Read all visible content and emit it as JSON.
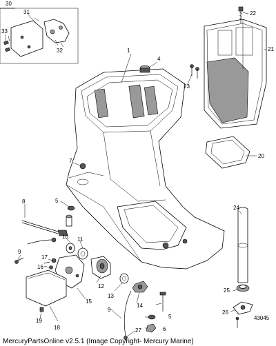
{
  "callouts": [
    {
      "id": "c1",
      "label": "1"
    },
    {
      "id": "c4",
      "label": "4"
    },
    {
      "id": "c5a",
      "label": "5"
    },
    {
      "id": "c5b",
      "label": "5"
    },
    {
      "id": "c6",
      "label": "6"
    },
    {
      "id": "c7",
      "label": "7"
    },
    {
      "id": "c8",
      "label": "8"
    },
    {
      "id": "c9a",
      "label": "9"
    },
    {
      "id": "c9b",
      "label": "9"
    },
    {
      "id": "c10",
      "label": "10"
    },
    {
      "id": "c11",
      "label": "11"
    },
    {
      "id": "c12",
      "label": "12"
    },
    {
      "id": "c13",
      "label": "13"
    },
    {
      "id": "c14",
      "label": "14"
    },
    {
      "id": "c15",
      "label": "15"
    },
    {
      "id": "c16",
      "label": "16"
    },
    {
      "id": "c17",
      "label": "17"
    },
    {
      "id": "c18",
      "label": "18"
    },
    {
      "id": "c19",
      "label": "19"
    },
    {
      "id": "c20",
      "label": "20"
    },
    {
      "id": "c21",
      "label": "21"
    },
    {
      "id": "c22",
      "label": "22"
    },
    {
      "id": "c23",
      "label": "23"
    },
    {
      "id": "c24",
      "label": "24"
    },
    {
      "id": "c25",
      "label": "25"
    },
    {
      "id": "c26",
      "label": "26"
    },
    {
      "id": "c27",
      "label": "27"
    },
    {
      "id": "c30",
      "label": "30"
    },
    {
      "id": "c31",
      "label": "31"
    },
    {
      "id": "c32",
      "label": "32"
    },
    {
      "id": "c33",
      "label": "33"
    }
  ],
  "figure_number": "43045",
  "copyright": "MercuryPartsOnline v2.5.1 (Image Copyright- Mercury Marine)"
}
